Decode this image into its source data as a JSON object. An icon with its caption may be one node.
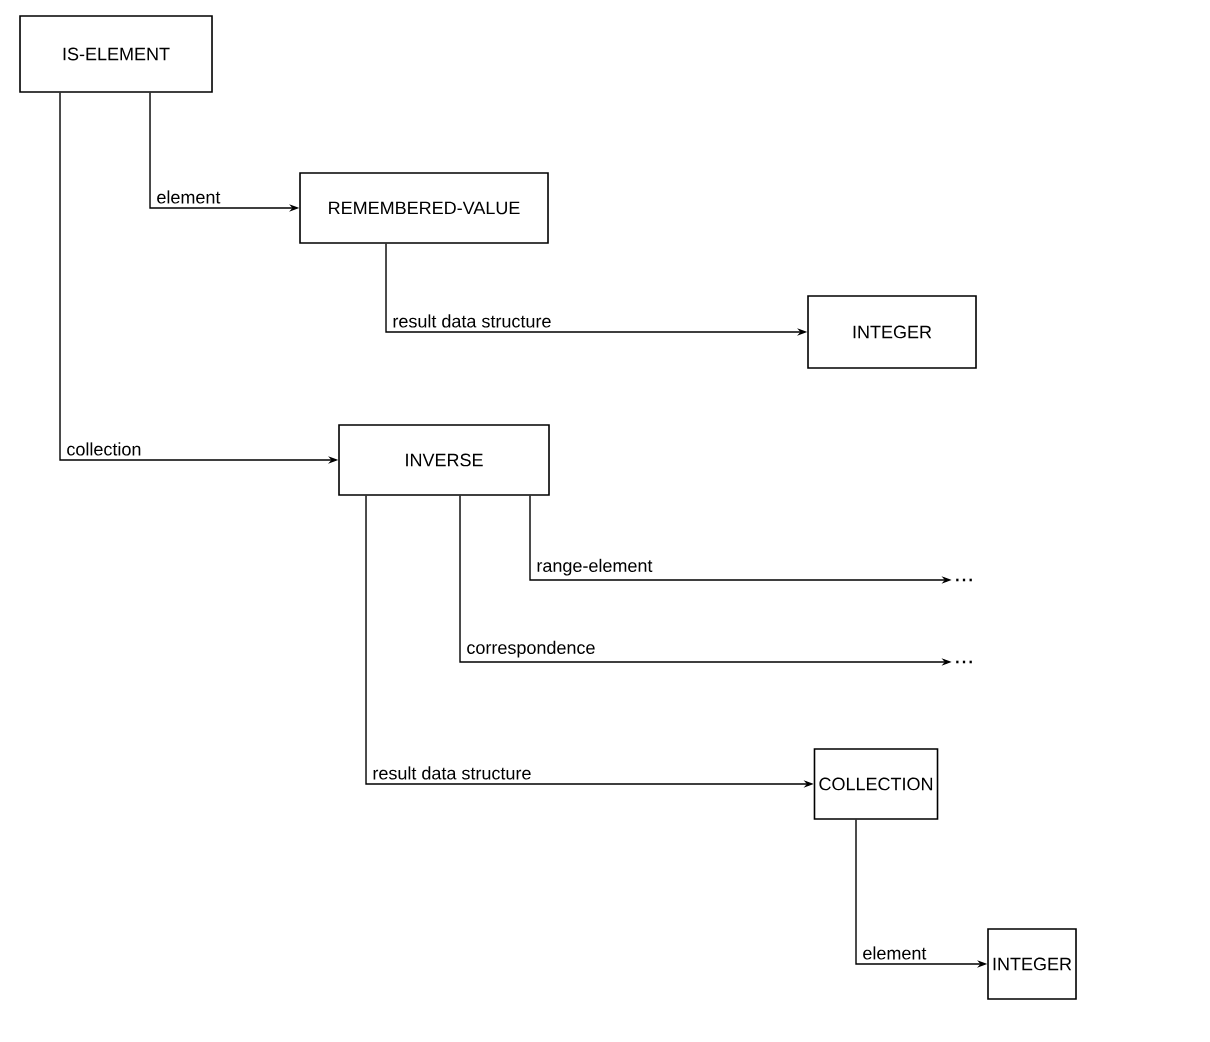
{
  "diagram": {
    "nodes": [
      {
        "text": [
          "IS-ELEMENT"
        ]
      },
      {
        "text": [
          "REMEMBERED-VALUE"
        ]
      },
      {
        "text": [
          "INTEGER"
        ]
      },
      {
        "text": [
          "INVERSE"
        ]
      },
      {
        "text": [
          "..."
        ]
      },
      {
        "text": [
          "..."
        ]
      },
      {
        "text": [
          "COLLECTION"
        ]
      },
      {
        "text": [
          "INTEGER"
        ]
      }
    ],
    "edges": [
      {
        "from": 0,
        "to": 1,
        "arrow": "to",
        "label": "element"
      },
      {
        "from": 1,
        "to": 2,
        "arrow": "to",
        "label": "result data structure"
      },
      {
        "from": 0,
        "to": 3,
        "arrow": "to",
        "label": "collection"
      },
      {
        "from": 3,
        "to": 4,
        "arrow": "to",
        "label": "range-element"
      },
      {
        "from": 3,
        "to": 5,
        "arrow": "to",
        "label": "correspondence"
      },
      {
        "from": 3,
        "to": 6,
        "arrow": "to",
        "label": "result data structure"
      },
      {
        "from": 6,
        "to": 7,
        "arrow": "to",
        "label": "element"
      }
    ]
  }
}
